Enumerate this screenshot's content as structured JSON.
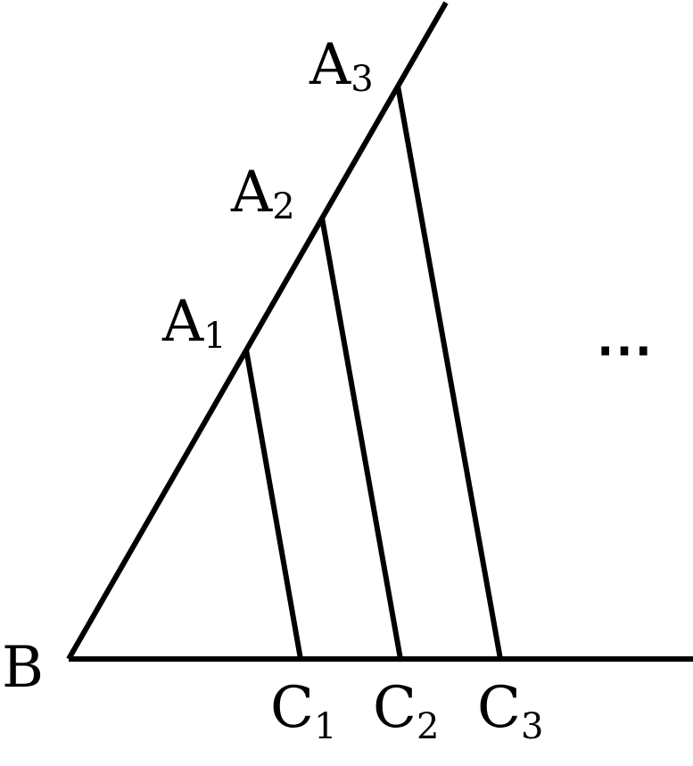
{
  "labels": {
    "B": "B",
    "A1": {
      "main": "A",
      "sub": "1"
    },
    "A2": {
      "main": "A",
      "sub": "2"
    },
    "A3": {
      "main": "A",
      "sub": "3"
    },
    "C1": {
      "main": "C",
      "sub": "1"
    },
    "C2": {
      "main": "C",
      "sub": "2"
    },
    "C3": {
      "main": "C",
      "sub": "3"
    },
    "ellipsis": "⋯"
  },
  "colors": {
    "line": "#000000",
    "background": "#ffffff"
  }
}
